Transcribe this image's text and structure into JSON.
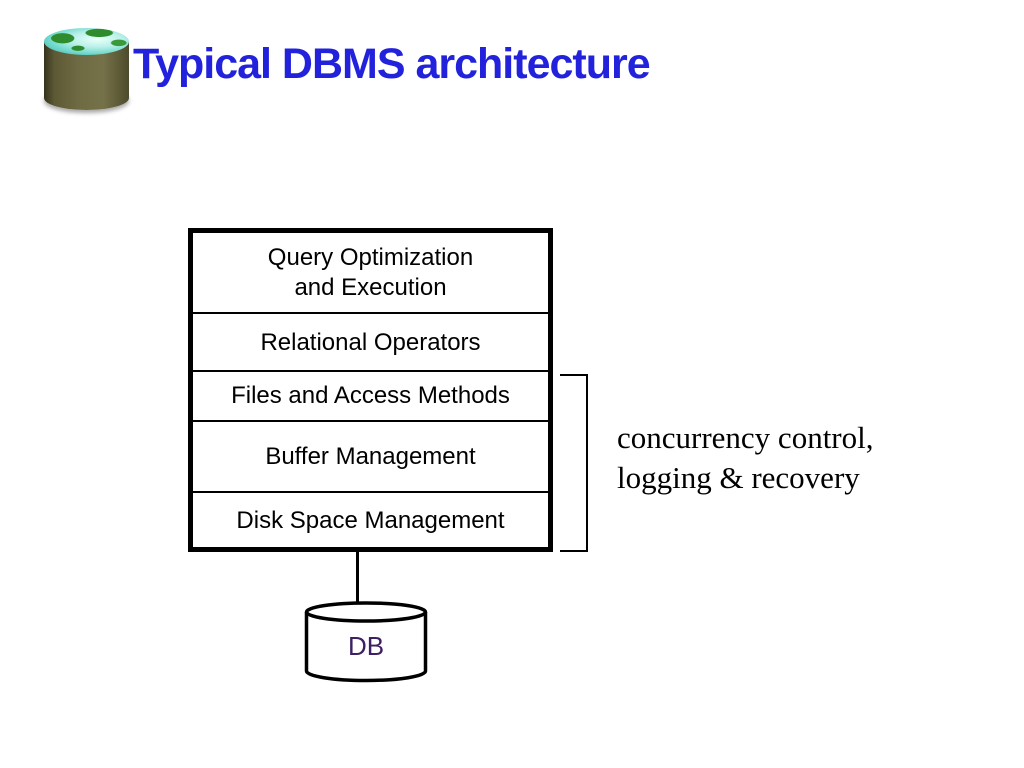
{
  "slide": {
    "title": "Typical DBMS architecture"
  },
  "icons": {
    "title_icon": "globe-database-cylinder-icon",
    "db_icon": "database-cylinder-icon"
  },
  "diagram": {
    "layers": [
      "Query Optimization\nand Execution",
      "Relational Operators",
      "Files and Access Methods",
      "Buffer Management",
      "Disk Space Management"
    ],
    "annotation": {
      "line1": "concurrency control,",
      "line2": "logging & recovery"
    },
    "db_label": "DB"
  },
  "colors": {
    "background": "#FFFFFF",
    "title_text": "#2222DD",
    "diagram_lines": "#000000",
    "layer_text": "#000000",
    "annotation_text": "#000000",
    "db_label_text": "#3C2063",
    "icon_body_olive": "#6E6A43",
    "icon_globe_teal": "#6ED8CB",
    "icon_globe_green": "#2E8B2E"
  }
}
